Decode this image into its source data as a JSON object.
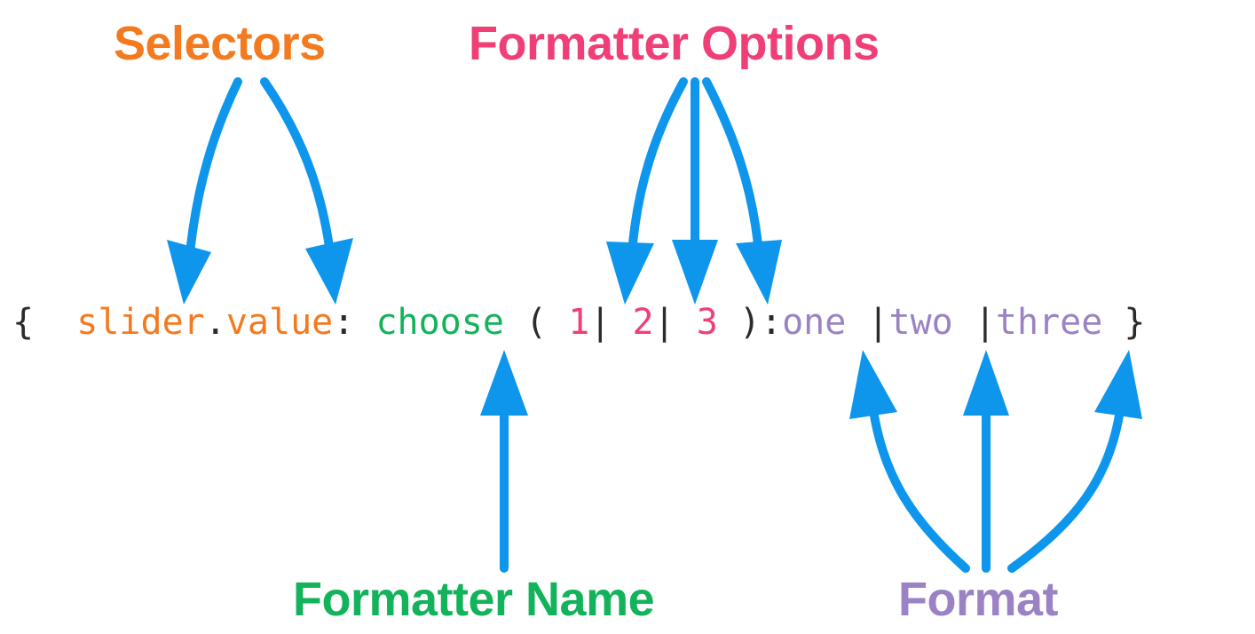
{
  "labels": {
    "selectors": "Selectors",
    "formatter_options": "Formatter Options",
    "formatter_name": "Formatter Name",
    "format": "Format"
  },
  "code": {
    "open_brace": "{  ",
    "selector_1": "slider",
    "dot": ".",
    "selector_2": "value",
    "colon_1": ": ",
    "formatter_name": "choose",
    "open_paren": " ( ",
    "option_1": "1",
    "pipe_1": "| ",
    "option_2": "2",
    "pipe_2": "| ",
    "option_3": "3",
    "close_paren_colon": " ):",
    "format_1": "one",
    "pipe_3": " |",
    "format_2": "two",
    "pipe_4": " |",
    "format_3": "three",
    "close_brace": " }"
  },
  "colors": {
    "selectors": "#f47a20",
    "formatter_options": "#ef3f76",
    "formatter_name": "#12b35a",
    "format": "#9b82c4",
    "arrow": "#0e96ec",
    "code_text": "#2b2b2b"
  }
}
